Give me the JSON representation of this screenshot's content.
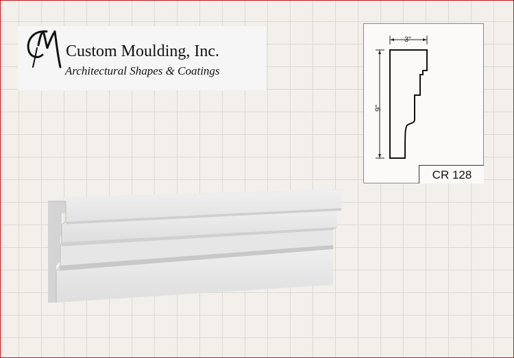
{
  "company": {
    "name": "Custom Moulding, Inc.",
    "tagline": "Architectural Shapes & Coatings",
    "logo_icon": "cm-monogram-logo"
  },
  "profile_card": {
    "width_label": "3\"",
    "height_label": "9\"",
    "product_code": "CR 128"
  },
  "render": {
    "product_icon": "moulding-3d-render",
    "colors": {
      "face": "#e8e8e8",
      "shadow": "#c9c9c9",
      "end_cap": "#d5d5d5",
      "frame": "#c4161c"
    }
  }
}
